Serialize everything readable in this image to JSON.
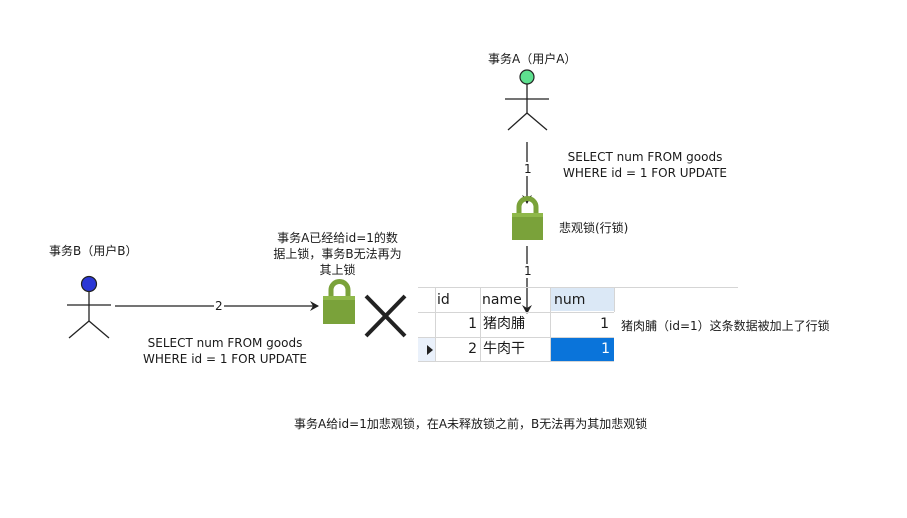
{
  "actors": {
    "a": {
      "label": "事务A（用户A）",
      "head_color": "#5ee08f"
    },
    "b": {
      "label": "事务B（用户B）",
      "head_color": "#2b37d6"
    }
  },
  "edges": {
    "a_to_lock": "1",
    "lock_to_table": "1",
    "b_to_lock": "2"
  },
  "sql": {
    "a_line1": "SELECT num FROM goods",
    "a_line2": "WHERE id = 1 FOR UPDATE",
    "b_line1": "SELECT num FROM goods",
    "b_line2": "WHERE id = 1 FOR UPDATE"
  },
  "lock_a_label": "悲观锁(行锁)",
  "note_b": {
    "line1": "事务A已经给id=1的数",
    "line2": "据上锁，事务B无法再为",
    "line3": "其上锁"
  },
  "table": {
    "headers": [
      "id",
      "name",
      "num"
    ],
    "rows": [
      {
        "id": "1",
        "name": "猪肉脯",
        "num": "1"
      },
      {
        "id": "2",
        "name": "牛肉干",
        "num": "1"
      }
    ]
  },
  "row_note": "猪肉脯（id=1）这条数据被加上了行锁",
  "caption": "事务A给id=1加悲观锁，在A未释放锁之前，B无法再为其加悲观锁",
  "colors": {
    "lock": "#7aa23a",
    "lock_dark": "#5f8a2a",
    "selected_cell": "#0a74da",
    "cross": "#222222"
  }
}
